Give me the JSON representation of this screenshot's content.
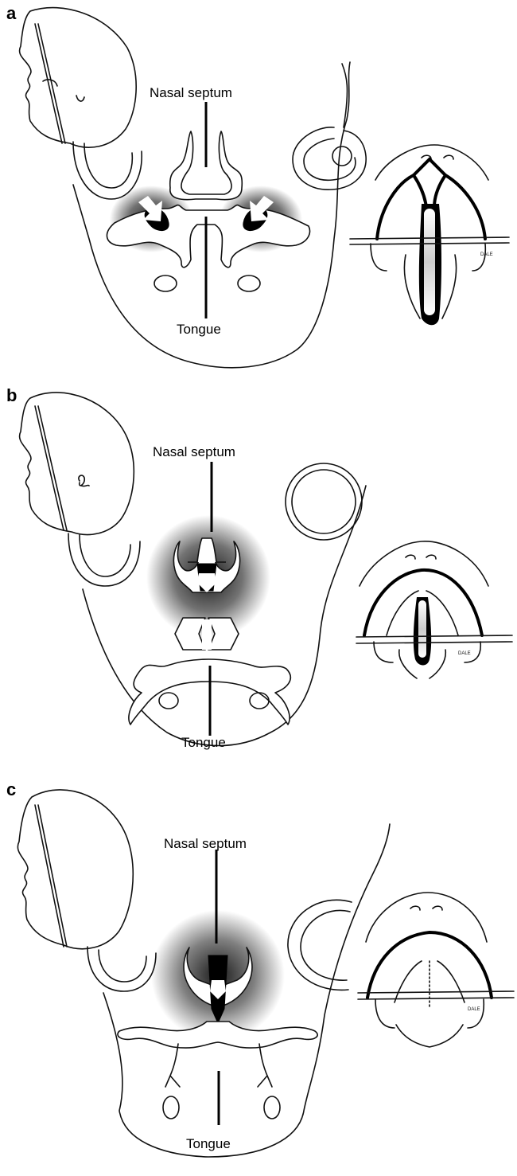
{
  "panels": [
    {
      "letter": "a",
      "label_top": "Nasal septum",
      "label_bottom": "Tongue",
      "signature": "DALE"
    },
    {
      "letter": "b",
      "label_top": "Nasal septum",
      "label_bottom": "Tongue",
      "signature": "DALE"
    },
    {
      "letter": "c",
      "label_top": "Nasal septum",
      "label_bottom": "Tongue",
      "signature": "DALE"
    }
  ],
  "colors": {
    "ink": "#111111",
    "background": "#ffffff"
  }
}
